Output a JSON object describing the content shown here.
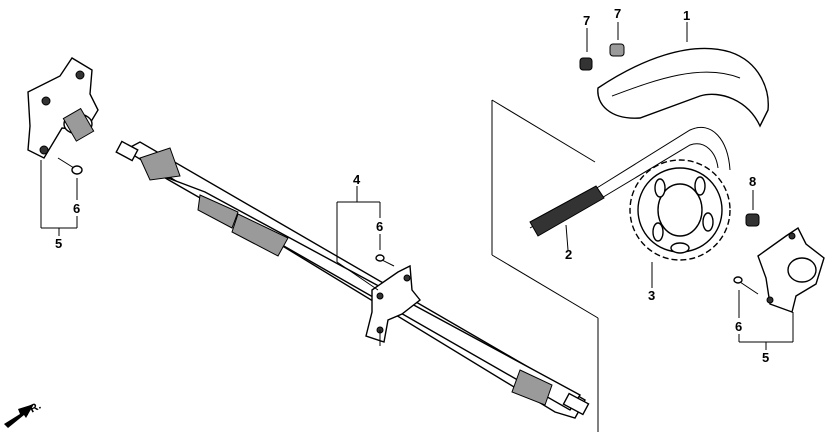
{
  "diagram": {
    "callouts": [
      {
        "id": "c1",
        "label": "1"
      },
      {
        "id": "c2",
        "label": "2"
      },
      {
        "id": "c3",
        "label": "3"
      },
      {
        "id": "c4",
        "label": "4"
      },
      {
        "id": "c5a",
        "label": "5"
      },
      {
        "id": "c5b",
        "label": "5"
      },
      {
        "id": "c6a",
        "label": "6"
      },
      {
        "id": "c6b",
        "label": "6"
      },
      {
        "id": "c6c",
        "label": "6"
      },
      {
        "id": "c7a",
        "label": "7"
      },
      {
        "id": "c7b",
        "label": "7"
      },
      {
        "id": "c8",
        "label": "8"
      }
    ],
    "direction_label": "FR."
  }
}
